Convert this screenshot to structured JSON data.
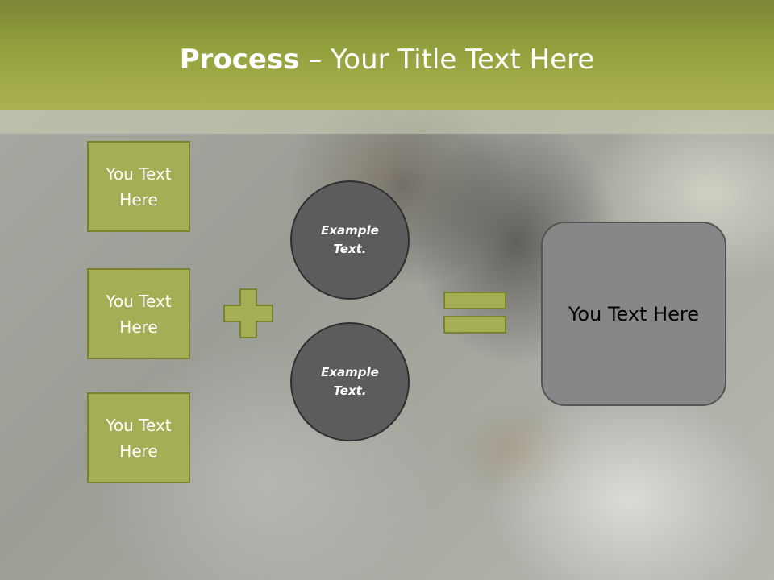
{
  "title": {
    "bold": "Process",
    "rest": " – Your Title Text Here"
  },
  "left_boxes": [
    {
      "label": "You Text Here"
    },
    {
      "label": "You Text Here"
    },
    {
      "label": "You Text Here"
    }
  ],
  "circles": [
    {
      "label": "Example Text."
    },
    {
      "label": "Example Text."
    }
  ],
  "result": {
    "label": "You Text Here"
  },
  "colors": {
    "header_green": "#94a13e",
    "box_fill": "#a5ad55",
    "box_border": "#7a8231",
    "circle_fill": "#5c5c5c",
    "result_fill": "#878787"
  },
  "icons": {
    "operator_1": "plus-icon",
    "operator_2": "equals-icon"
  }
}
